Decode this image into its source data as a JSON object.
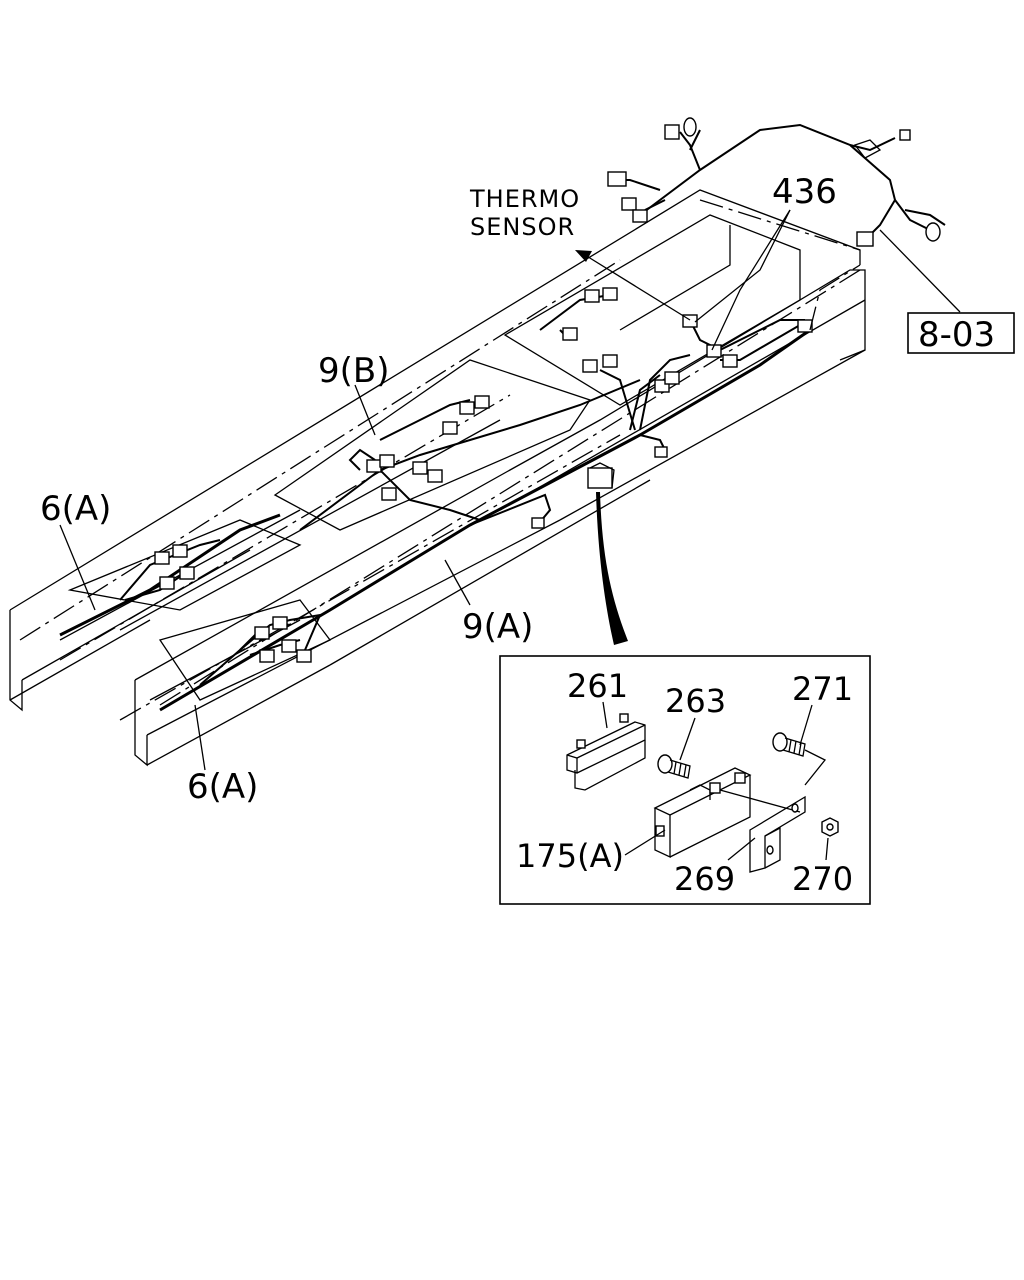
{
  "callouts": {
    "thermo_sensor_line1": "THERMO",
    "thermo_sensor_line2": "SENSOR",
    "part_436": "436",
    "ref_8_03": "8-03",
    "part_9b": "9(B)",
    "part_6a_upper": "6(A)",
    "part_9a": "9(A)",
    "part_6a_lower": "6(A)"
  },
  "detail_inset": {
    "part_261": "261",
    "part_263": "263",
    "part_271": "271",
    "part_175a": "175(A)",
    "part_269": "269",
    "part_270": "270"
  }
}
